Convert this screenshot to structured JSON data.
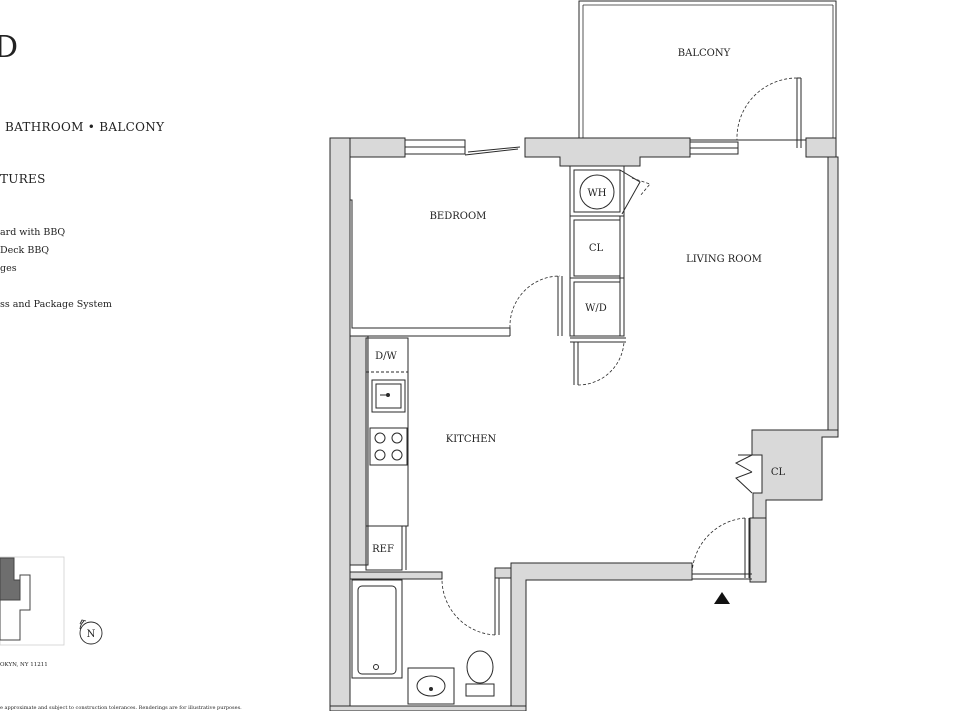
{
  "sidebar": {
    "unit_letter": "D",
    "subtitle": "BATHROOM • BALCONY",
    "features_heading": "TURES",
    "amenities": [
      "ard with BBQ",
      "Deck BBQ",
      "ges",
      "ss and Package System"
    ],
    "address": "OKYN, NY 11211",
    "disclaimer": "e approximate and subject to construction tolerances. Renderings are for illustrative purposes."
  },
  "rooms": {
    "balcony": "BALCONY",
    "bedroom": "BEDROOM",
    "living_room": "LIVING ROOM",
    "kitchen": "KITCHEN",
    "wh": "WH",
    "cl_1": "CL",
    "wd": "W/D",
    "cl_2": "CL",
    "dw": "D/W",
    "ref": "REF"
  },
  "compass": {
    "label": "N"
  },
  "colors": {
    "wall": "#d9d9d9",
    "line": "#2a2a2a",
    "keyplan_unit": "#6e6e6e",
    "keyplan_building": "#ffffff"
  }
}
